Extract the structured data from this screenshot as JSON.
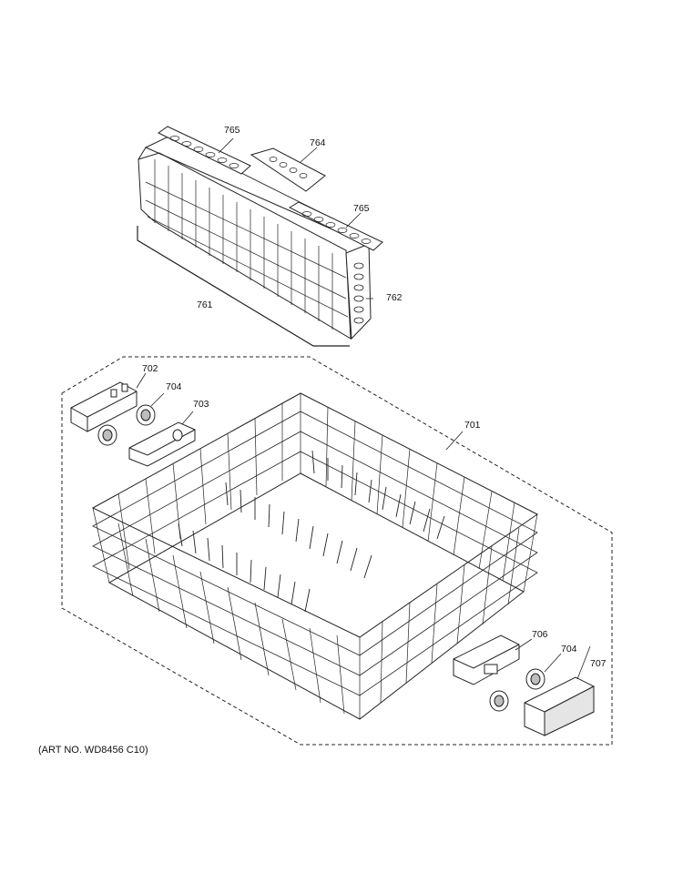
{
  "diagram": {
    "art_number": "(ART NO. WD8456 C10)",
    "callouts": {
      "basket_cover_left": "765",
      "basket_cover_small": "764",
      "basket_cover_right": "765",
      "silverware_basket": "761",
      "basket_end": "762",
      "lower_rack": "701",
      "wheel_carrier_left": "702",
      "wheel_left": "704",
      "wheel_carrier_left_b": "703",
      "wheel_carrier_right": "706",
      "wheel_right": "704",
      "rack_bumper": "707"
    }
  },
  "colors": {
    "line": "#222222",
    "part_fill": "#ffffff",
    "shade": "#bdbdbd"
  }
}
